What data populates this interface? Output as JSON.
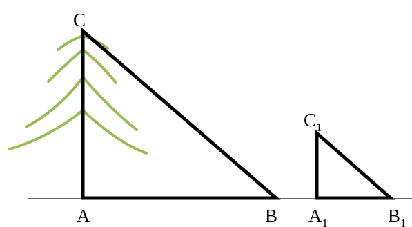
{
  "labels": {
    "c": "C",
    "a": "A",
    "b": "B",
    "c1": "C",
    "a1": "A",
    "b1": "B",
    "subscript": "1"
  },
  "colors": {
    "line": "#000000",
    "ground": "#333333",
    "tree": "#9bbb59"
  }
}
